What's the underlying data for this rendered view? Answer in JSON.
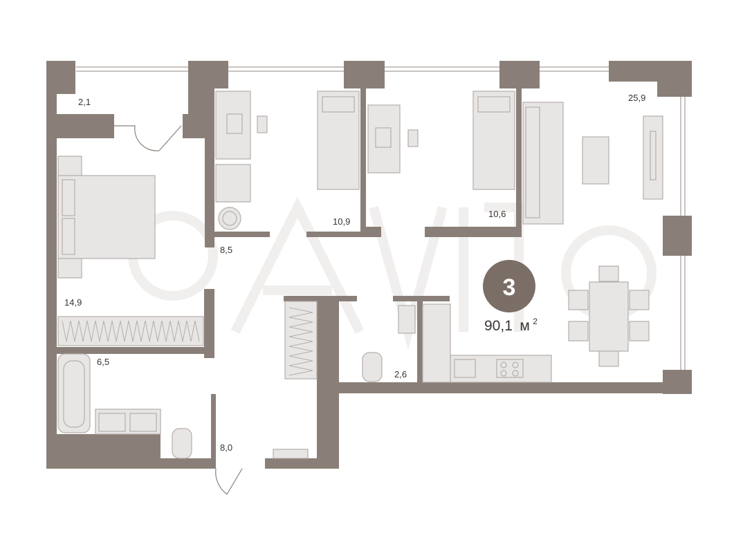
{
  "plan": {
    "rooms_count": "3",
    "total_area": "90,1",
    "area_unit": "м",
    "area_unit_sup": "2",
    "rooms": [
      {
        "id": "balcony",
        "area": "2,1"
      },
      {
        "id": "master-bedroom",
        "area": "14,9"
      },
      {
        "id": "study",
        "area": "8,5"
      },
      {
        "id": "bedroom-2",
        "area": "10,9"
      },
      {
        "id": "bedroom-3",
        "area": "10,6"
      },
      {
        "id": "living-kitchen",
        "area": "25,9"
      },
      {
        "id": "bathroom",
        "area": "6,5"
      },
      {
        "id": "wc",
        "area": "2,6"
      },
      {
        "id": "hallway",
        "area": "8,0"
      }
    ]
  },
  "colors": {
    "wall": "#8a7f78",
    "furniture_fill": "#e8e6e4",
    "furniture_stroke": "#b5aeaa",
    "window": "#c9c4c1",
    "badge": "#7a6e67",
    "watermark": "#f1efee",
    "text": "#3a3432"
  }
}
